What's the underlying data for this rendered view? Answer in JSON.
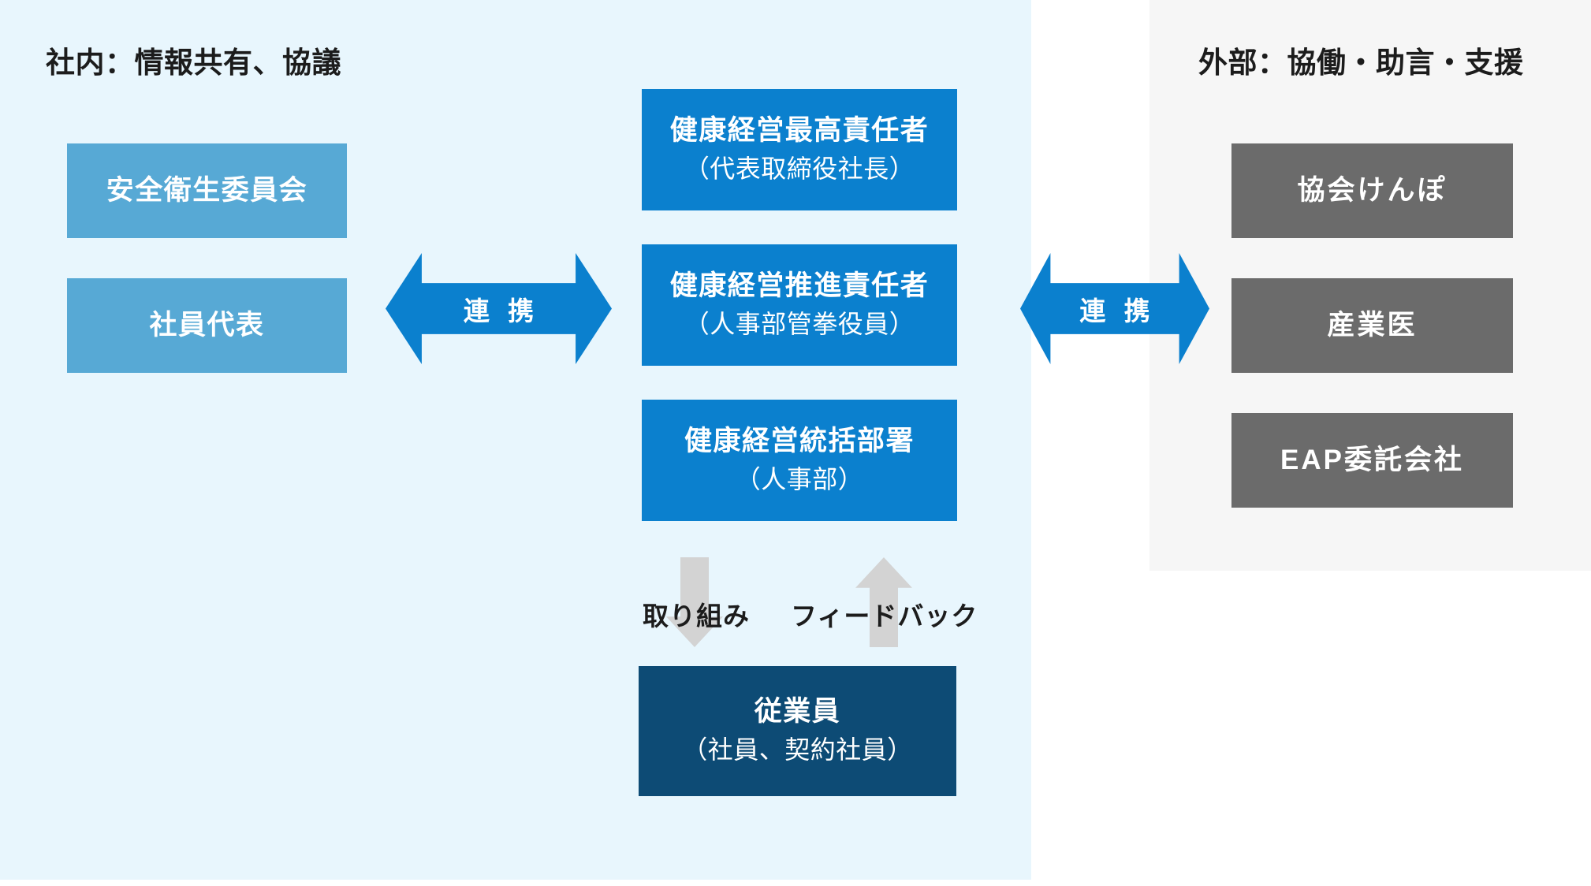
{
  "panels": {
    "internal": {
      "heading": "社内：情報共有、協議",
      "bg_color": "#e8f6fd"
    },
    "external": {
      "heading": "外部：協働・助言・支援",
      "bg_color": "#f6f6f6"
    }
  },
  "internal_boxes": [
    {
      "title": "安全衛生委員会",
      "color": "#57a9d5"
    },
    {
      "title": "社員代表",
      "color": "#57a9d5"
    }
  ],
  "center_boxes": [
    {
      "title": "健康経営最高責任者",
      "subtitle": "（代表取締役社長）",
      "color": "#0b80ce"
    },
    {
      "title": "健康経営推進責任者",
      "subtitle": "（人事部管拳役員）",
      "color": "#0b80ce"
    },
    {
      "title": "健康経営統括部署",
      "subtitle": "（人事部）",
      "color": "#0b80ce"
    }
  ],
  "employees_box": {
    "title": "従業員",
    "subtitle": "（社員、契約社員）",
    "color": "#0d4b75"
  },
  "external_boxes": [
    {
      "title": "協会けんぽ",
      "color": "#6b6b6b"
    },
    {
      "title": "産業医",
      "color": "#6b6b6b"
    },
    {
      "title": "EAP委託会社",
      "color": "#6b6b6b"
    }
  ],
  "connectors": {
    "left_arrow_label": "連 携",
    "right_arrow_label": "連 携",
    "arrow_color": "#0b80ce",
    "down_label": "取り組み",
    "up_label": "フィードバック",
    "vertical_arrow_color": "#d3d3d3"
  }
}
